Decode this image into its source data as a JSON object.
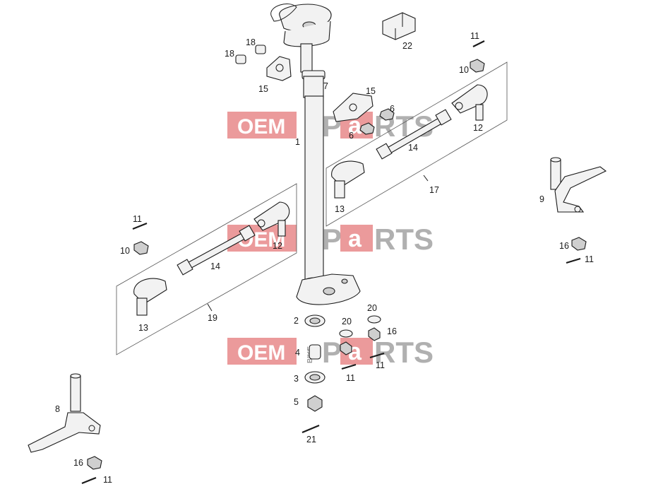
{
  "diagram": {
    "callouts": {
      "c1": "1",
      "c2": "2",
      "c3": "3",
      "c4": "4",
      "c5": "5",
      "c6a": "6",
      "c6b": "6",
      "c7": "7",
      "c8": "8",
      "c9": "9",
      "c10a": "10",
      "c10b": "10",
      "c11a": "11",
      "c11b": "11",
      "c11c": "11",
      "c11d": "11",
      "c11e": "11",
      "c11f": "11",
      "c12a": "12",
      "c12b": "12",
      "c13a": "13",
      "c13b": "13",
      "c14a": "14",
      "c14b": "14",
      "c15a": "15",
      "c15b": "15",
      "c16a": "16",
      "c16b": "16",
      "c16c": "16",
      "c17": "17",
      "c18a": "18",
      "c18b": "18",
      "c19": "19",
      "c20a": "20",
      "c20b": "20",
      "c21": "21",
      "c22": "22"
    }
  },
  "watermark": {
    "oem": "OEM",
    "bike": "BIKE",
    "p": "P",
    "a": "a",
    "rts": "RTS",
    "box_color": "#e8888a",
    "text_gray": "#a8a8a8"
  }
}
